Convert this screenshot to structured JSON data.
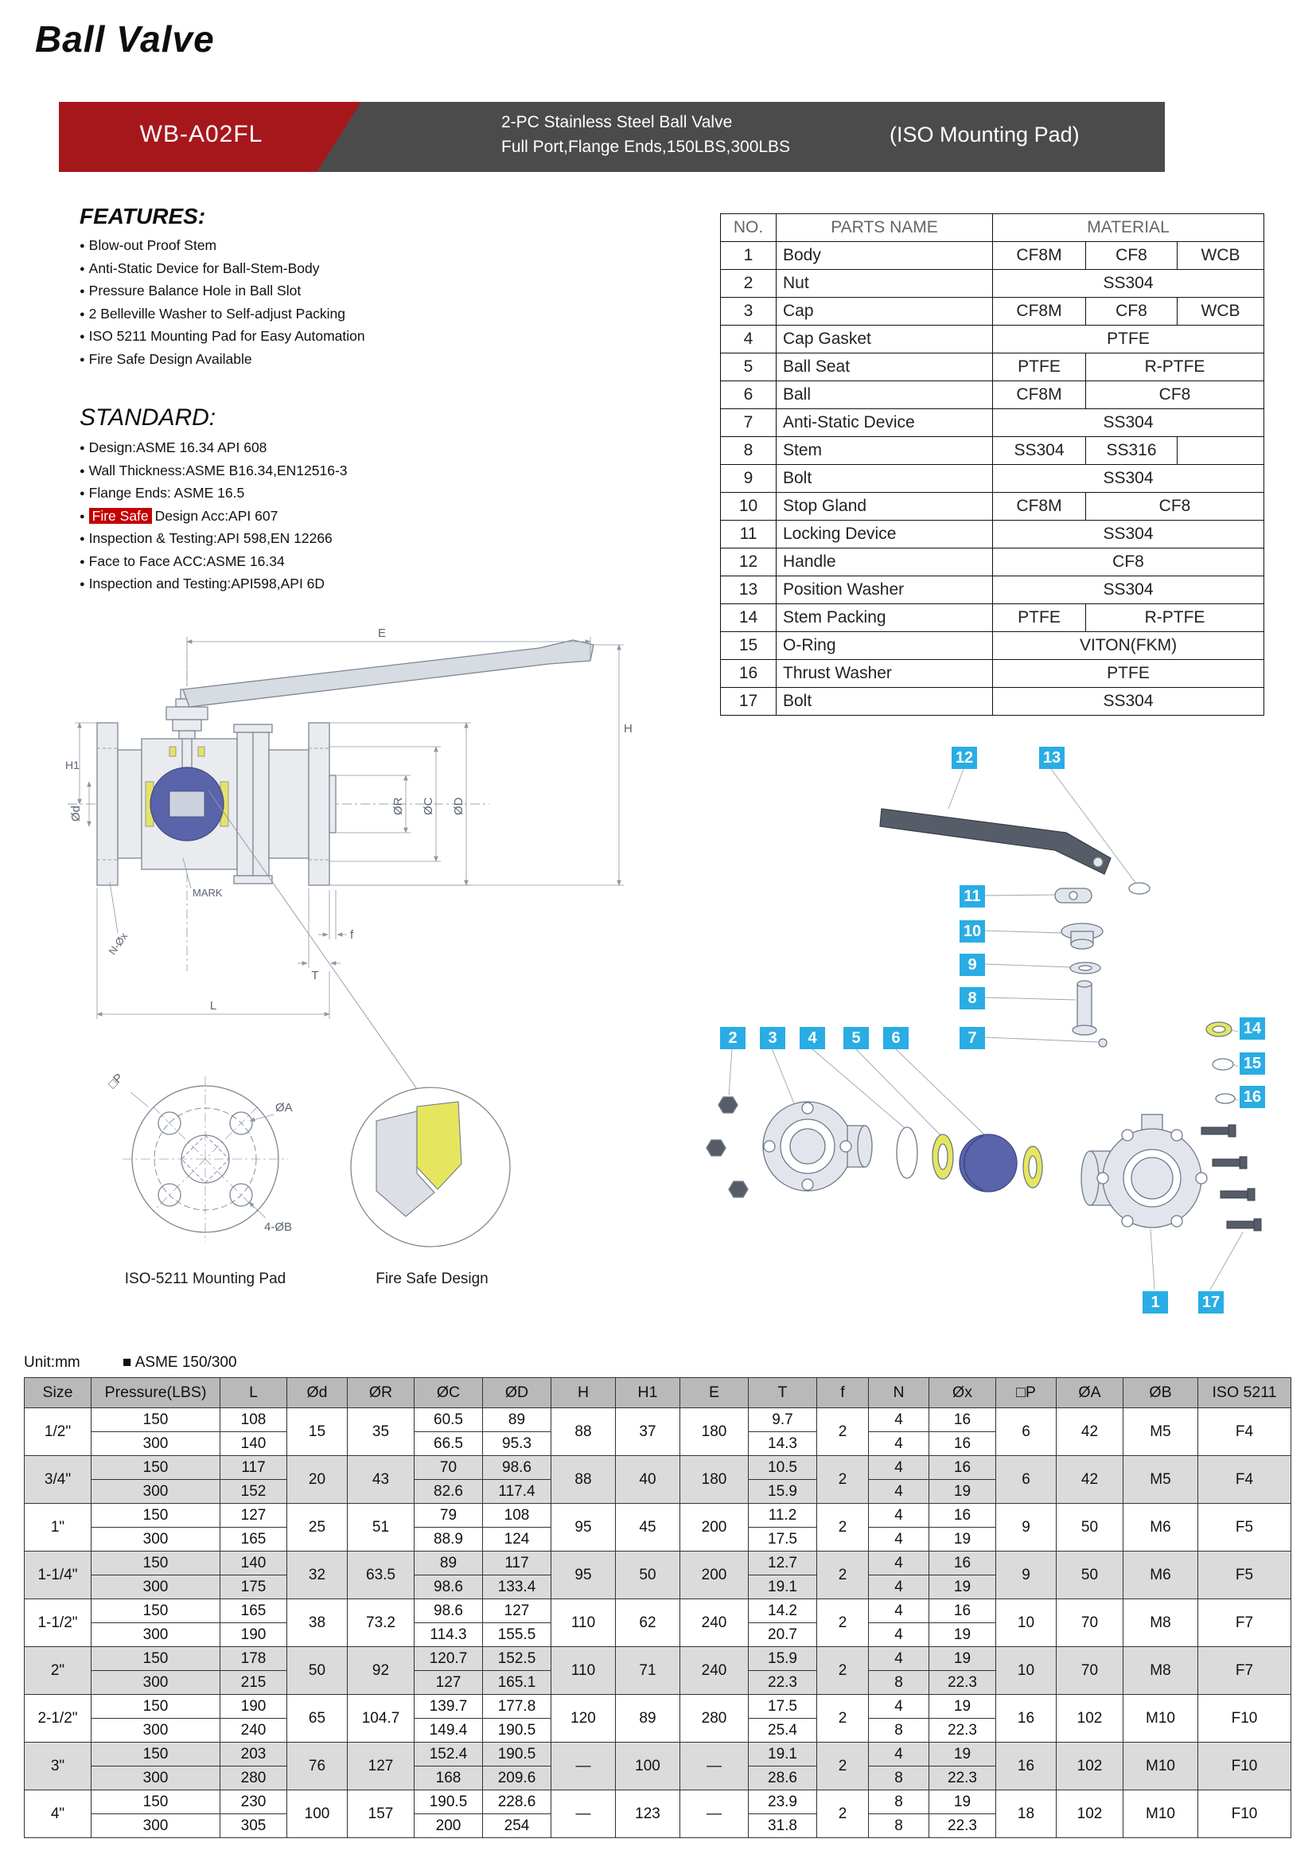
{
  "page": {
    "title": "Ball Valve",
    "model": "WB-A02FL",
    "subtitle_line1": "2-PC Stainless Steel Ball Valve",
    "subtitle_line2": "Full Port,Flange Ends,150LBS,300LBS",
    "subtitle_right": "(ISO Mounting Pad)"
  },
  "features": {
    "heading": "FEATURES:",
    "items": [
      "Blow-out Proof Stem",
      "Anti-Static Device for Ball-Stem-Body",
      "Pressure Balance Hole in Ball Slot",
      "2 Belleville Washer to Self-adjust Packing",
      "ISO 5211 Mounting Pad for Easy Automation",
      "Fire Safe Design Available"
    ]
  },
  "standard": {
    "heading": "STANDARD:",
    "items": [
      {
        "text": "Design:ASME 16.34 API 608"
      },
      {
        "text": "Wall Thickness:ASME B16.34,EN12516-3"
      },
      {
        "text": "Flange Ends: ASME 16.5"
      },
      {
        "hl": "Fire Safe",
        "text": "Design Acc:API 607"
      },
      {
        "text": "Inspection & Testing:API 598,EN 12266"
      },
      {
        "text": "Face to Face ACC:ASME 16.34"
      },
      {
        "text": "Inspection and Testing:API598,API 6D"
      }
    ]
  },
  "parts_table": {
    "headers": [
      "NO.",
      "PARTS NAME",
      "MATERIAL"
    ],
    "rows": [
      {
        "no": "1",
        "name": "Body",
        "materials": [
          {
            "text": "CF8M",
            "span": 1
          },
          {
            "text": "CF8",
            "span": 1
          },
          {
            "text": "WCB",
            "span": 1
          }
        ]
      },
      {
        "no": "2",
        "name": "Nut",
        "materials": [
          {
            "text": "SS304",
            "span": 3
          }
        ]
      },
      {
        "no": "3",
        "name": "Cap",
        "materials": [
          {
            "text": "CF8M",
            "span": 1
          },
          {
            "text": "CF8",
            "span": 1
          },
          {
            "text": "WCB",
            "span": 1
          }
        ]
      },
      {
        "no": "4",
        "name": "Cap Gasket",
        "materials": [
          {
            "text": "PTFE",
            "span": 3
          }
        ]
      },
      {
        "no": "5",
        "name": "Ball Seat",
        "materials": [
          {
            "text": "PTFE",
            "span": 1
          },
          {
            "text": "R-PTFE",
            "span": 2
          }
        ]
      },
      {
        "no": "6",
        "name": "Ball",
        "materials": [
          {
            "text": "CF8M",
            "span": 1
          },
          {
            "text": "CF8",
            "span": 2
          }
        ]
      },
      {
        "no": "7",
        "name": "Anti-Static Device",
        "materials": [
          {
            "text": "SS304",
            "span": 3
          }
        ]
      },
      {
        "no": "8",
        "name": "Stem",
        "materials": [
          {
            "text": "SS304",
            "span": 1
          },
          {
            "text": "SS316",
            "span": 1
          },
          {
            "text": "",
            "span": 1
          }
        ]
      },
      {
        "no": "9",
        "name": "Bolt",
        "materials": [
          {
            "text": "SS304",
            "span": 3
          }
        ]
      },
      {
        "no": "10",
        "name": "Stop Gland",
        "materials": [
          {
            "text": "CF8M",
            "span": 1
          },
          {
            "text": "CF8",
            "span": 2
          }
        ]
      },
      {
        "no": "11",
        "name": "Locking Device",
        "materials": [
          {
            "text": "SS304",
            "span": 3
          }
        ]
      },
      {
        "no": "12",
        "name": "Handle",
        "materials": [
          {
            "text": "CF8",
            "span": 3
          }
        ]
      },
      {
        "no": "13",
        "name": "Position Washer",
        "materials": [
          {
            "text": "SS304",
            "span": 3
          }
        ]
      },
      {
        "no": "14",
        "name": "Stem Packing",
        "materials": [
          {
            "text": "PTFE",
            "span": 1
          },
          {
            "text": "R-PTFE",
            "span": 2
          }
        ]
      },
      {
        "no": "15",
        "name": "O-Ring",
        "materials": [
          {
            "text": "VITON(FKM)",
            "span": 3
          }
        ]
      },
      {
        "no": "16",
        "name": "Thrust Washer",
        "materials": [
          {
            "text": "PTFE",
            "span": 3
          }
        ]
      },
      {
        "no": "17",
        "name": "Bolt",
        "materials": [
          {
            "text": "SS304",
            "span": 3
          }
        ]
      }
    ]
  },
  "drawing": {
    "dims": {
      "E": "E",
      "H": "H",
      "H1": "H1",
      "Od": "Ød",
      "OR": "ØR",
      "OC": "ØC",
      "OD": "ØD",
      "mark": "MARK",
      "NOx": "N-Øx",
      "f": "f",
      "T": "T",
      "L": "L"
    },
    "iso_pad": {
      "P": "□P",
      "OA": "ØA",
      "OB": "4-ØB",
      "caption": "ISO-5211 Mounting Pad"
    },
    "fire_safe": {
      "caption": "Fire Safe Design"
    }
  },
  "exploded": {
    "tags": [
      "12",
      "13",
      "11",
      "10",
      "9",
      "8",
      "2",
      "3",
      "4",
      "5",
      "6",
      "7",
      "14",
      "15",
      "16",
      "1",
      "17"
    ]
  },
  "dim_table": {
    "unit_label": "Unit:mm",
    "asme_label": "■ ASME 150/300",
    "headers": [
      "Size",
      "Pressure(LBS)",
      "L",
      "Ød",
      "ØR",
      "ØC",
      "ØD",
      "H",
      "H1",
      "E",
      "T",
      "f",
      "N",
      "Øx",
      "□P",
      "ØA",
      "ØB",
      "ISO 5211"
    ],
    "groups": [
      {
        "size": "1/2\"",
        "shade": false,
        "od": "15",
        "oR": "35",
        "h": "88",
        "h1": "37",
        "e": "180",
        "f": "2",
        "p": "6",
        "oa": "42",
        "ob": "M5",
        "iso": "F4",
        "rows": [
          {
            "pressure": "150",
            "l": "108",
            "oc": "60.5",
            "oD": "89",
            "t": "9.7",
            "n": "4",
            "ox": "16"
          },
          {
            "pressure": "300",
            "l": "140",
            "oc": "66.5",
            "oD": "95.3",
            "t": "14.3",
            "n": "4",
            "ox": "16"
          }
        ]
      },
      {
        "size": "3/4\"",
        "shade": true,
        "od": "20",
        "oR": "43",
        "h": "88",
        "h1": "40",
        "e": "180",
        "f": "2",
        "p": "6",
        "oa": "42",
        "ob": "M5",
        "iso": "F4",
        "rows": [
          {
            "pressure": "150",
            "l": "117",
            "oc": "70",
            "oD": "98.6",
            "t": "10.5",
            "n": "4",
            "ox": "16"
          },
          {
            "pressure": "300",
            "l": "152",
            "oc": "82.6",
            "oD": "117.4",
            "t": "15.9",
            "n": "4",
            "ox": "19"
          }
        ]
      },
      {
        "size": "1\"",
        "shade": false,
        "od": "25",
        "oR": "51",
        "h": "95",
        "h1": "45",
        "e": "200",
        "f": "2",
        "p": "9",
        "oa": "50",
        "ob": "M6",
        "iso": "F5",
        "rows": [
          {
            "pressure": "150",
            "l": "127",
            "oc": "79",
            "oD": "108",
            "t": "11.2",
            "n": "4",
            "ox": "16"
          },
          {
            "pressure": "300",
            "l": "165",
            "oc": "88.9",
            "oD": "124",
            "t": "17.5",
            "n": "4",
            "ox": "19"
          }
        ]
      },
      {
        "size": "1-1/4\"",
        "shade": true,
        "od": "32",
        "oR": "63.5",
        "h": "95",
        "h1": "50",
        "e": "200",
        "f": "2",
        "p": "9",
        "oa": "50",
        "ob": "M6",
        "iso": "F5",
        "rows": [
          {
            "pressure": "150",
            "l": "140",
            "oc": "89",
            "oD": "117",
            "t": "12.7",
            "n": "4",
            "ox": "16"
          },
          {
            "pressure": "300",
            "l": "175",
            "oc": "98.6",
            "oD": "133.4",
            "t": "19.1",
            "n": "4",
            "ox": "19"
          }
        ]
      },
      {
        "size": "1-1/2\"",
        "shade": false,
        "od": "38",
        "oR": "73.2",
        "h": "110",
        "h1": "62",
        "e": "240",
        "f": "2",
        "p": "10",
        "oa": "70",
        "ob": "M8",
        "iso": "F7",
        "rows": [
          {
            "pressure": "150",
            "l": "165",
            "oc": "98.6",
            "oD": "127",
            "t": "14.2",
            "n": "4",
            "ox": "16"
          },
          {
            "pressure": "300",
            "l": "190",
            "oc": "114.3",
            "oD": "155.5",
            "t": "20.7",
            "n": "4",
            "ox": "19"
          }
        ]
      },
      {
        "size": "2\"",
        "shade": true,
        "od": "50",
        "oR": "92",
        "h": "110",
        "h1": "71",
        "e": "240",
        "f": "2",
        "p": "10",
        "oa": "70",
        "ob": "M8",
        "iso": "F7",
        "rows": [
          {
            "pressure": "150",
            "l": "178",
            "oc": "120.7",
            "oD": "152.5",
            "t": "15.9",
            "n": "4",
            "ox": "19"
          },
          {
            "pressure": "300",
            "l": "215",
            "oc": "127",
            "oD": "165.1",
            "t": "22.3",
            "n": "8",
            "ox": "22.3"
          }
        ]
      },
      {
        "size": "2-1/2\"",
        "shade": false,
        "od": "65",
        "oR": "104.7",
        "h": "120",
        "h1": "89",
        "e": "280",
        "f": "2",
        "p": "16",
        "oa": "102",
        "ob": "M10",
        "iso": "F10",
        "rows": [
          {
            "pressure": "150",
            "l": "190",
            "oc": "139.7",
            "oD": "177.8",
            "t": "17.5",
            "n": "4",
            "ox": "19"
          },
          {
            "pressure": "300",
            "l": "240",
            "oc": "149.4",
            "oD": "190.5",
            "t": "25.4",
            "n": "8",
            "ox": "22.3"
          }
        ]
      },
      {
        "size": "3\"",
        "shade": true,
        "od": "76",
        "oR": "127",
        "h": "—",
        "h1": "100",
        "e": "—",
        "f": "2",
        "p": "16",
        "oa": "102",
        "ob": "M10",
        "iso": "F10",
        "rows": [
          {
            "pressure": "150",
            "l": "203",
            "oc": "152.4",
            "oD": "190.5",
            "t": "19.1",
            "n": "4",
            "ox": "19"
          },
          {
            "pressure": "300",
            "l": "280",
            "oc": "168",
            "oD": "209.6",
            "t": "28.6",
            "n": "8",
            "ox": "22.3"
          }
        ]
      },
      {
        "size": "4\"",
        "shade": false,
        "od": "100",
        "oR": "157",
        "h": "—",
        "h1": "123",
        "e": "—",
        "f": "2",
        "p": "18",
        "oa": "102",
        "ob": "M10",
        "iso": "F10",
        "rows": [
          {
            "pressure": "150",
            "l": "230",
            "oc": "190.5",
            "oD": "228.6",
            "t": "23.9",
            "n": "8",
            "ox": "19"
          },
          {
            "pressure": "300",
            "l": "305",
            "oc": "200",
            "oD": "254",
            "t": "31.8",
            "n": "8",
            "ox": "22.3"
          }
        ]
      }
    ]
  }
}
